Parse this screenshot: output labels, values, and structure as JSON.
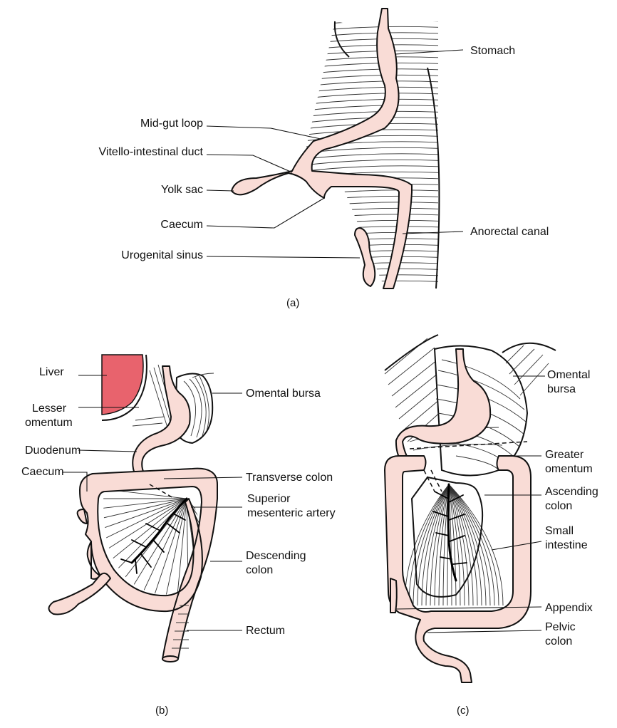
{
  "panels": {
    "a": {
      "caption": "(a)",
      "labels": {
        "stomach": "Stomach",
        "midgut_loop": "Mid-gut loop",
        "vitello_duct": "Vitello-intestinal duct",
        "yolk_sac": "Yolk sac",
        "caecum": "Caecum",
        "anorectal": "Anorectal canal",
        "urogenital": "Urogenital sinus"
      }
    },
    "b": {
      "caption": "(b)",
      "labels": {
        "liver": "Liver",
        "lesser_omentum_1": "Lesser",
        "lesser_omentum_2": "omentum",
        "duodenum": "Duodenum",
        "caecum": "Caecum",
        "omental_bursa": "Omental bursa",
        "transverse_colon": "Transverse colon",
        "sma_1": "Superior",
        "sma_2": "mesenteric artery",
        "descending_1": "Descending",
        "descending_2": "colon",
        "rectum": "Rectum"
      }
    },
    "c": {
      "caption": "(c)",
      "labels": {
        "omental_bursa_1": "Omental",
        "omental_bursa_2": "bursa",
        "greater_omentum_1": "Greater",
        "greater_omentum_2": "omentum",
        "ascending_1": "Ascending",
        "ascending_2": "colon",
        "small_int_1": "Small",
        "small_int_2": "intestine",
        "appendix": "Appendix",
        "pelvic_1": "Pelvic",
        "pelvic_2": "colon"
      }
    }
  },
  "colors": {
    "gut_fill": "#f9dcd6",
    "liver": "#e8636d",
    "line": "#111111"
  }
}
